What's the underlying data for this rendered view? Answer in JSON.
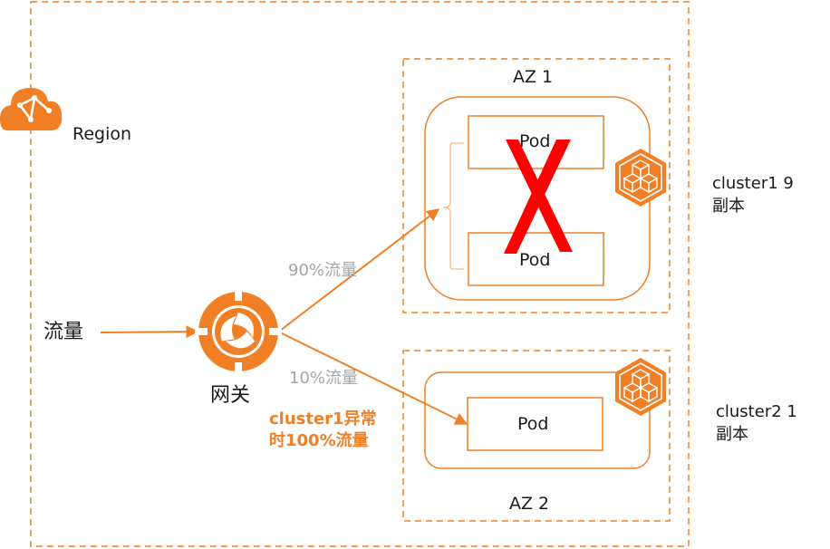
{
  "region": {
    "label": "Region",
    "icon": "cloud-icon"
  },
  "traffic": {
    "label": "流量"
  },
  "gateway": {
    "label": "网关",
    "icon": "gateway-icon"
  },
  "routes": {
    "to_az1": "90%流量",
    "to_az2": "10%流量",
    "failover": "cluster1异常\n时100%流量"
  },
  "az1": {
    "label": "AZ 1",
    "cluster_label": "cluster1 9\n副本",
    "pods": [
      "Pod",
      "Pod"
    ],
    "ellipsis": "·\n·",
    "failed": true,
    "cluster_icon": "cube-cluster-icon"
  },
  "az2": {
    "label": "AZ 2",
    "cluster_label": "cluster2 1\n副本",
    "pods": [
      "Pod"
    ],
    "cluster_icon": "cube-cluster-icon"
  },
  "colors": {
    "accent": "#f07f25",
    "failure": "#ff0000",
    "muted_text": "#a6a6a6",
    "text": "#1a1a1a"
  }
}
